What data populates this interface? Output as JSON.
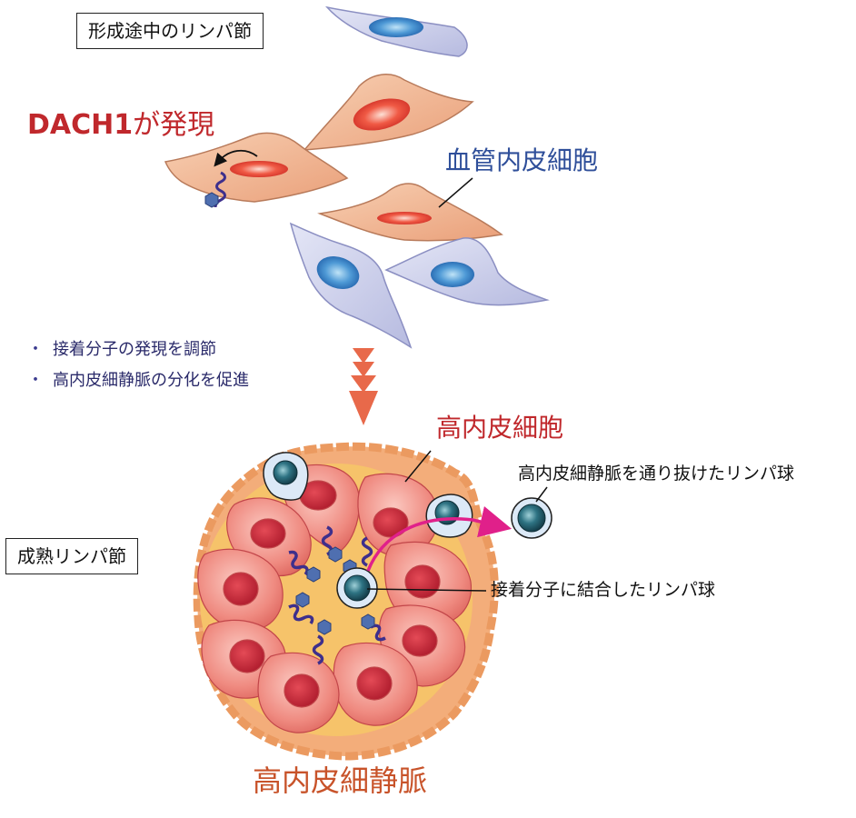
{
  "labels": {
    "forming_node": "形成途中のリンパ節",
    "dach1_prefix": "DACH1",
    "dach1_suffix": "が発現",
    "endothelial": "血管内皮細胞",
    "hev_cell": "高内皮細胞",
    "transmigrated": "高内皮細静脈を通り抜けたリンパ球",
    "mature_node": "成熟リンパ節",
    "bound_lymphocyte": "接着分子に結合したリンパ球",
    "hev": "高内皮細静脈"
  },
  "bullets": [
    {
      "text": "接着分子の発現を調節"
    },
    {
      "text": "高内皮細静脈の分化を促進"
    }
  ],
  "colors": {
    "dach1_red": "#c0282c",
    "blue_text": "#2f4f9a",
    "hev_text": "#c8532a",
    "arrow": "#e8694a",
    "magenta": "#e0208a",
    "cell_orange": "#f2b792",
    "cell_lavender": "#cdd0ec",
    "hev_cell": "#e86f6f",
    "nucleus_red": "#c8283a",
    "matrix": "#f6c36a"
  }
}
